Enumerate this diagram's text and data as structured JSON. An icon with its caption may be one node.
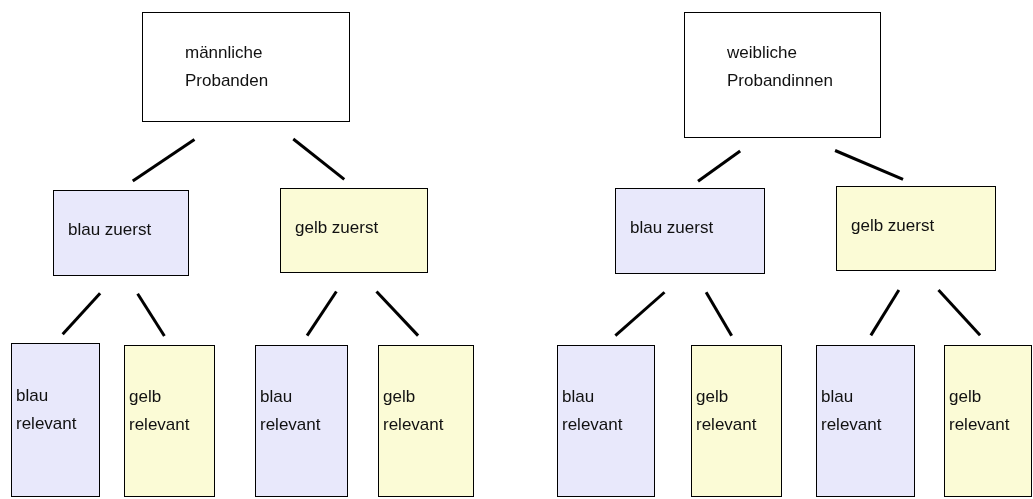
{
  "diagram": {
    "nodes": [
      {
        "text": [
          "männliche Probanden"
        ]
      },
      {
        "text": [
          "blau zuerst"
        ]
      },
      {
        "text": [
          "gelb zuerst"
        ]
      },
      {
        "text": [
          "blau relevant"
        ]
      },
      {
        "text": [
          "gelb relevant"
        ]
      },
      {
        "text": [
          "blau relevant"
        ]
      },
      {
        "text": [
          "gelb relevant"
        ]
      },
      {
        "text": [
          "weibliche Probandinnen"
        ]
      },
      {
        "text": [
          "blau zuerst"
        ]
      },
      {
        "text": [
          "gelb zuerst"
        ]
      },
      {
        "text": [
          "blau relevant"
        ]
      },
      {
        "text": [
          "gelb relevant"
        ]
      },
      {
        "text": [
          "blau relevant"
        ]
      },
      {
        "text": [
          "gelb relevant"
        ]
      }
    ],
    "edges": [
      {
        "from": 0,
        "to": 1,
        "arrow": "none"
      },
      {
        "from": 0,
        "to": 2,
        "arrow": "none"
      },
      {
        "from": 1,
        "to": 3,
        "arrow": "none"
      },
      {
        "from": 1,
        "to": 4,
        "arrow": "none"
      },
      {
        "from": 2,
        "to": 5,
        "arrow": "none"
      },
      {
        "from": 2,
        "to": 6,
        "arrow": "none"
      },
      {
        "from": 7,
        "to": 8,
        "arrow": "none"
      },
      {
        "from": 7,
        "to": 9,
        "arrow": "none"
      },
      {
        "from": 8,
        "to": 10,
        "arrow": "none"
      },
      {
        "from": 8,
        "to": 11,
        "arrow": "none"
      },
      {
        "from": 9,
        "to": 12,
        "arrow": "none"
      },
      {
        "from": 9,
        "to": 13,
        "arrow": "none"
      }
    ]
  }
}
